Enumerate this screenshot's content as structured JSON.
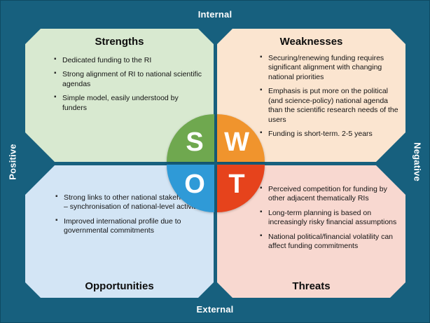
{
  "frame": {
    "background_color": "#17607e",
    "labels": {
      "top": "Internal",
      "bottom": "External",
      "left": "Positive",
      "right": "Negative"
    }
  },
  "quadrants": {
    "strengths": {
      "title": "Strengths",
      "background_color": "#d8e9d0",
      "items": [
        "Dedicated funding to the RI",
        "Strong alignment of RI to national scientific agendas",
        "Simple model, easily understood by funders"
      ]
    },
    "weaknesses": {
      "title": "Weaknesses",
      "background_color": "#fbe5d0",
      "items": [
        "Securing/renewing funding requires significant alignment with changing national priorities",
        "Emphasis is put more on the political (and science-policy) national agenda than the scientific research needs of the users",
        "Funding is short-term. 2-5 years"
      ]
    },
    "opportunities": {
      "title": "Opportunities",
      "background_color": "#d3e5f5",
      "items": [
        "Strong links to other national stakeholders – synchronisation of national-level activities",
        "Improved international profile due to governmental commitments"
      ]
    },
    "threats": {
      "title": "Threats",
      "background_color": "#f8d8d0",
      "items": [
        "Perceived competition for funding by other adjacent thematically RIs",
        "Long-term planning is based on increasingly risky financial assumptions",
        "National political/financial volatility can affect funding commitments"
      ]
    }
  },
  "circle": {
    "s": {
      "letter": "S",
      "color": "#6fa84f"
    },
    "w": {
      "letter": "W",
      "color": "#f0942d"
    },
    "o": {
      "letter": "O",
      "color": "#2f9ad7"
    },
    "t": {
      "letter": "T",
      "color": "#e6431c"
    }
  }
}
